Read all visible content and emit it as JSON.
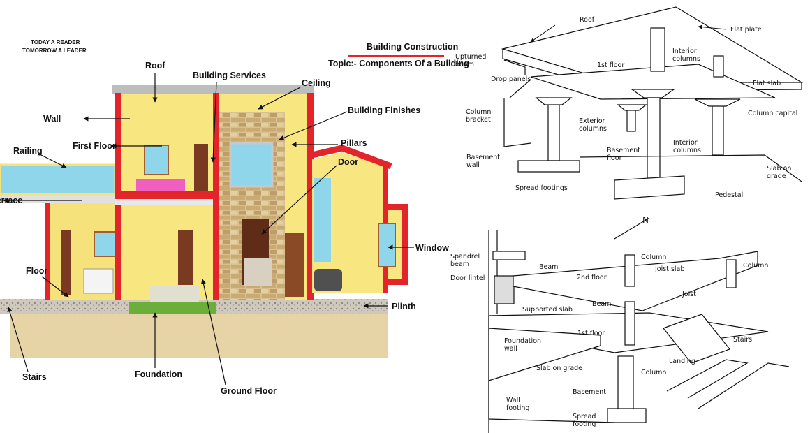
{
  "header": {
    "motto_line1": "TODAY A READER",
    "motto_line2": "TOMORROW A LEADER",
    "title": "Building Construction",
    "topic": "Topic:-  Components Of a Building",
    "accent_color": "#e3242b"
  },
  "house_labels": {
    "roof": "Roof",
    "building_services": "Building Services",
    "ceiling": "Ceiling",
    "wall": "Wall",
    "building_finishes": "Building Finishes",
    "first_floor": "First Floor",
    "pillars": "Pillars",
    "railing": "Railing",
    "door": "Door",
    "terrace": "Terrace",
    "window": "Window",
    "floor": "Floor",
    "plinth": "Plinth",
    "stairs": "Stairs",
    "foundation": "Foundation",
    "ground_floor": "Ground Floor"
  },
  "slab_labels": {
    "roof": "Roof",
    "flat_plate": "Flat plate",
    "upturned_beam": "Upturned\nbeam",
    "interior_columns_top": "Interior\ncolumns",
    "first_floor": "1st floor",
    "drop_panels": "Drop panels",
    "flat_slab": "Flat slab",
    "column_bracket": "Column\nbracket",
    "exterior_columns": "Exterior\ncolumns",
    "column_capital": "Column capital",
    "basement_floor": "Basement\nfloor",
    "interior_columns_mid": "Interior\ncolumns",
    "basement_wall": "Basement\nwall",
    "slab_on_grade": "Slab on\ngrade",
    "spread_footings": "Spread footings",
    "pedestal": "Pedestal"
  },
  "frame_labels": {
    "north": "N",
    "spandrel_beam": "Spandrel\nbeam",
    "column_a": "Column",
    "joist_slab": "Joist slab",
    "column_right": "Column",
    "beam_top": "Beam",
    "door_lintel": "Door lintel",
    "second_floor": "2nd floor",
    "joist": "Joist",
    "beam_mid": "Beam",
    "supported_slab": "Supported slab",
    "first_floor": "1st floor",
    "stairs": "Stairs",
    "foundation_wall": "Foundation\nwall",
    "landing": "Landing",
    "slab_on_grade": "Slab on grade",
    "column_low": "Column",
    "basement": "Basement",
    "wall_footing": "Wall\nfooting",
    "spread_footing": "Spread\nfooting"
  }
}
